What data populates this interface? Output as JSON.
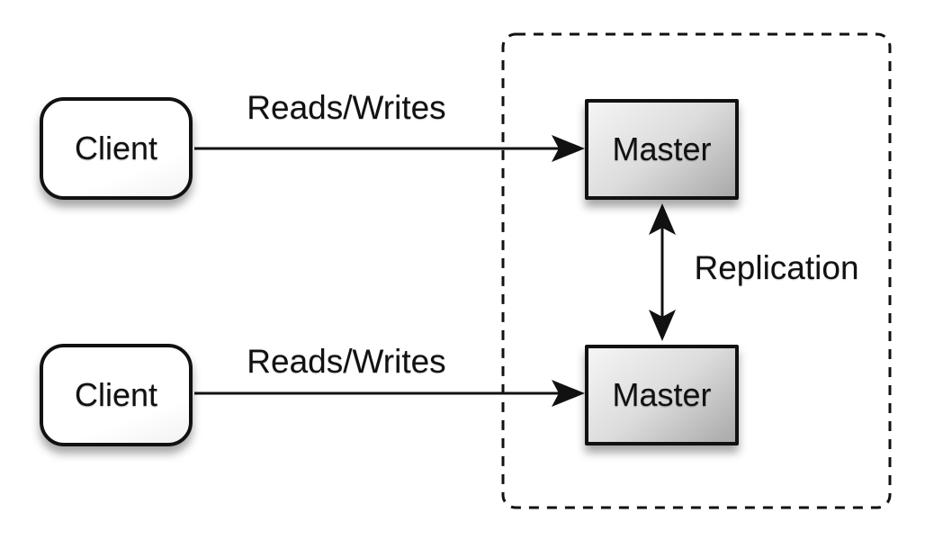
{
  "diagram": {
    "type": "architecture-diagram",
    "topic": "master-master replication",
    "colors": {
      "background": "#ffffff",
      "stroke": "#111111",
      "client_fill": "#ffffff",
      "master_fill_light": "#f5f5f5",
      "master_fill_dark": "#a9a9a9"
    },
    "nodes": {
      "clients": [
        {
          "label": "Client",
          "position": "top-left"
        },
        {
          "label": "Client",
          "position": "bottom-left"
        }
      ],
      "masters": [
        {
          "label": "Master",
          "position": "top-right"
        },
        {
          "label": "Master",
          "position": "bottom-right"
        }
      ]
    },
    "edges": {
      "top": {
        "label": "Reads/Writes",
        "from": "client (top)",
        "to": "master (top)",
        "direction": "one-way"
      },
      "bottom": {
        "label": "Reads/Writes",
        "from": "client (bottom)",
        "to": "master (bottom)",
        "direction": "one-way"
      },
      "replication": {
        "label": "Replication",
        "from": "master (top)",
        "to": "master (bottom)",
        "direction": "two-way"
      }
    },
    "group": {
      "contains": "both master nodes",
      "border_style": "dashed"
    }
  }
}
